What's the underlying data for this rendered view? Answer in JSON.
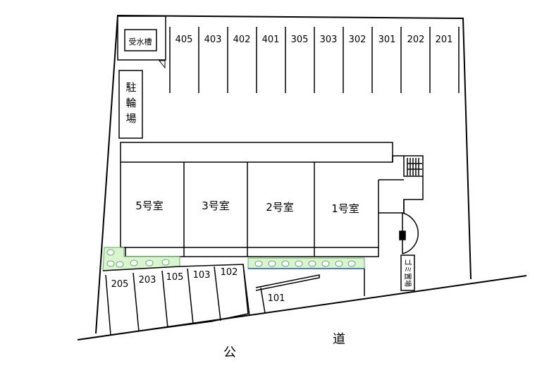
{
  "facilities": {
    "water_tank": "受水槽",
    "bicycle_parking": [
      "駐",
      "輪",
      "場"
    ],
    "garbage_area": "ゴミ置場"
  },
  "top_parking": [
    "405",
    "403",
    "402",
    "401",
    "305",
    "303",
    "302",
    "301",
    "202",
    "201"
  ],
  "rooms": [
    "5号室",
    "3号室",
    "2号室",
    "1号室"
  ],
  "front_parking": [
    "205",
    "203",
    "105",
    "103",
    "102"
  ],
  "front_parking_extra": "101",
  "road": {
    "left": "公",
    "right": "道"
  },
  "colors": {
    "planting": "#d8f5cf",
    "planting_border": "#6aa86a",
    "line": "#000000"
  }
}
